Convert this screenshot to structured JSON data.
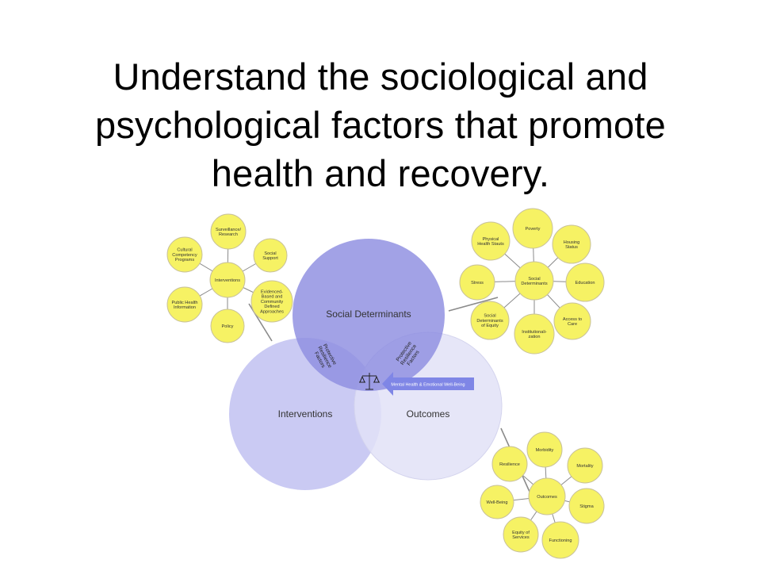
{
  "slide": {
    "title_lines": [
      "Understand the sociological and",
      "psychological factors that promote",
      "health and recovery."
    ]
  },
  "colors": {
    "yellow_node": "#f6f264",
    "yellow_stroke": "#c8c19a",
    "social_determinants_circle": "#8d8ee0",
    "interventions_circle": "#c4c4f2",
    "outcomes_circle": "#e2e2f7",
    "arrow": "#7f86e6",
    "connector": "#8a8a8a"
  },
  "venn": {
    "social_determinants": "Social Determinants",
    "interventions": "Interventions",
    "outcomes": "Outcomes",
    "protective_left": [
      "Protective",
      "Resilience",
      "Factors"
    ],
    "protective_right": [
      "Protective",
      "Resilience",
      "Factors"
    ],
    "arrow_label": "Mental Health & Emotional Well-Being",
    "scale_icon": "balance-scale-icon"
  },
  "clusters": {
    "interventions": {
      "hub": [
        "Interventions"
      ],
      "nodes": [
        [
          "Surveillance/",
          "Research"
        ],
        [
          "Social",
          "Support"
        ],
        [
          "Evidenced-",
          "Based and",
          "Community",
          "Defined",
          "Approaches"
        ],
        [
          "Policy"
        ],
        [
          "Public Health",
          "Information"
        ],
        [
          "Cultural",
          "Competency",
          "Programs"
        ]
      ]
    },
    "social_determinants": {
      "hub": [
        "Social",
        "Determinants"
      ],
      "nodes": [
        [
          "Poverty"
        ],
        [
          "Housing",
          "Status"
        ],
        [
          "Education"
        ],
        [
          "Access to",
          "Care"
        ],
        [
          "Institutionali-",
          "zation"
        ],
        [
          "Social",
          "Determinants",
          "of Equity"
        ],
        [
          "Stress"
        ],
        [
          "Physical",
          "Health Stauts"
        ]
      ]
    },
    "outcomes": {
      "hub": [
        "Outcomes"
      ],
      "nodes": [
        [
          "Morbidity"
        ],
        [
          "Mortality"
        ],
        [
          "Stigma"
        ],
        [
          "Functioning"
        ],
        [
          "Equity of",
          "Services"
        ],
        [
          "Well-Being"
        ],
        [
          "Resilience"
        ]
      ]
    }
  }
}
